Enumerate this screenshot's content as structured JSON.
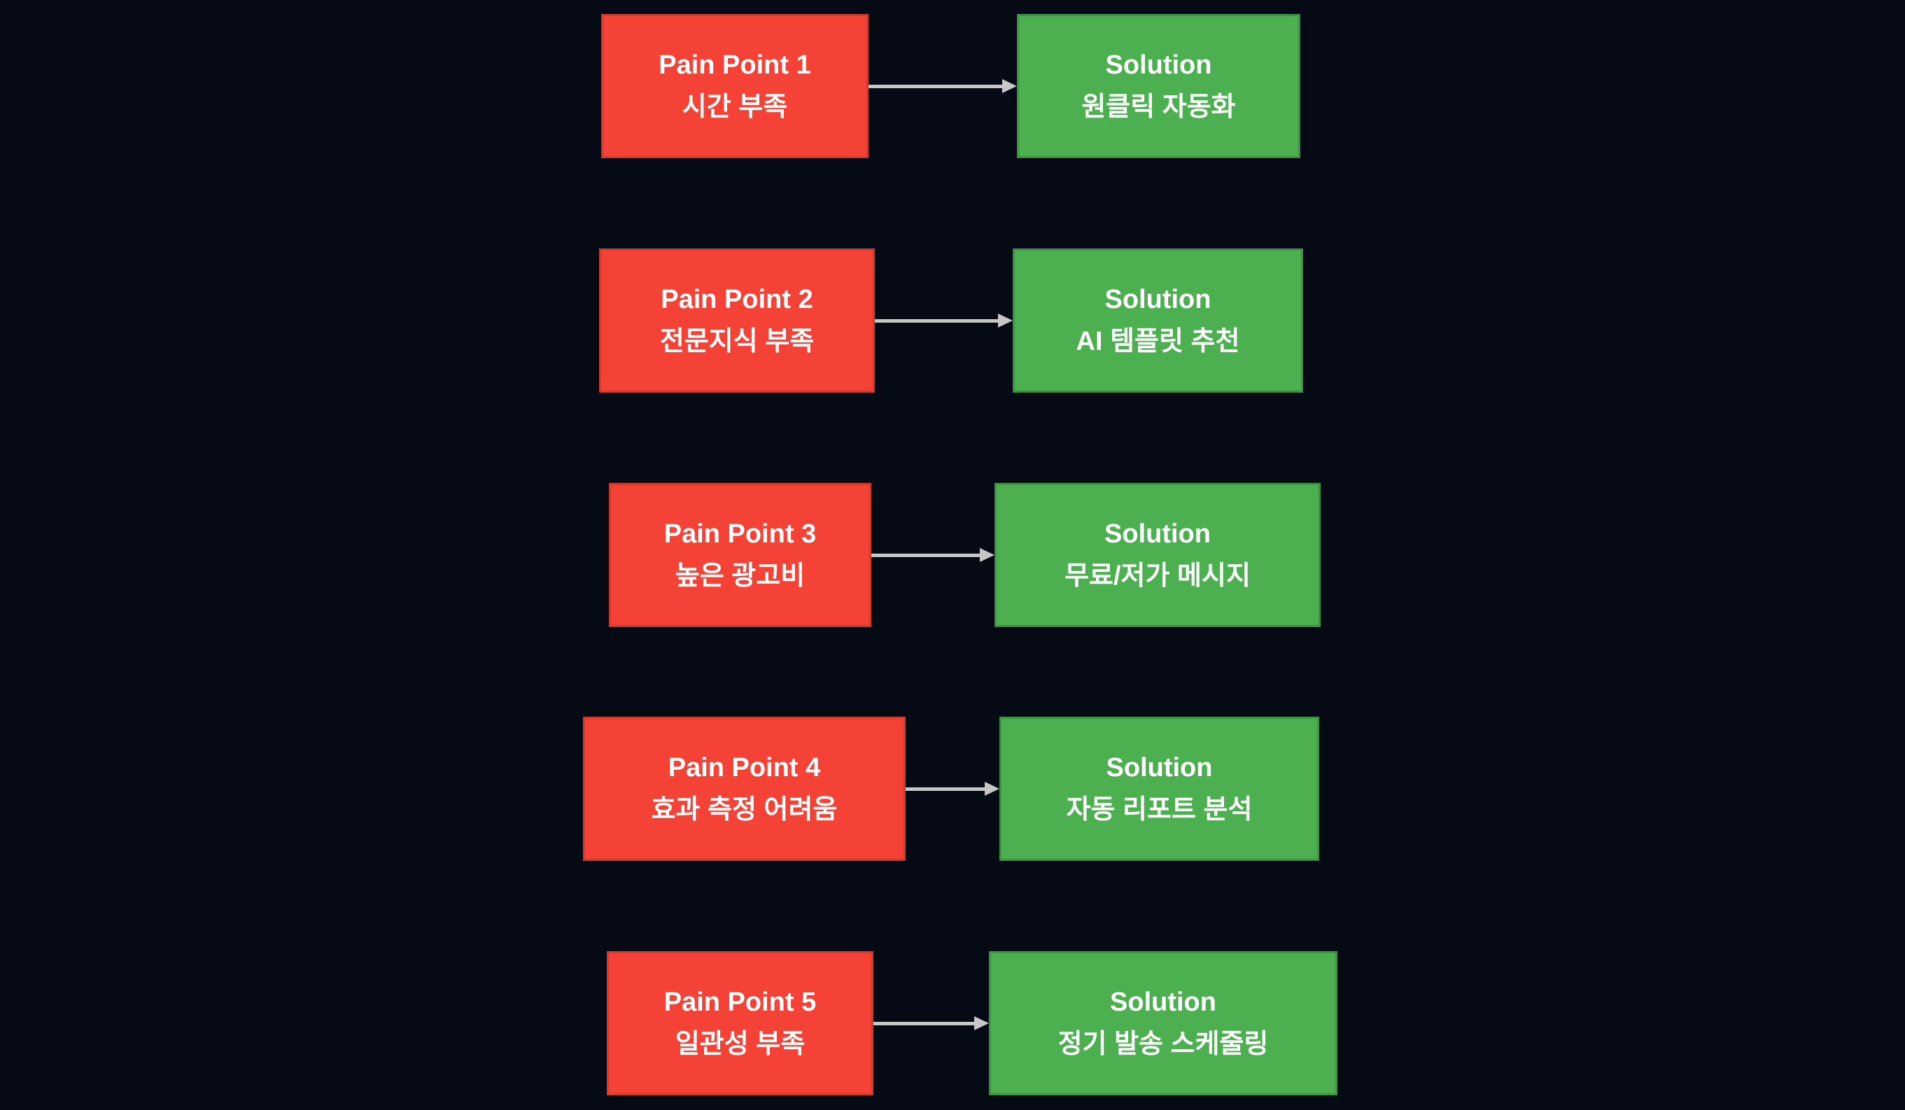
{
  "colors": {
    "background": "#050a15",
    "pain_fill": "#f44336",
    "pain_border": "#d13b2e",
    "solution_fill": "#4caf50",
    "solution_border": "#3f9143",
    "arrow": "#c7c7c7",
    "text": "#ffffff"
  },
  "rows": [
    {
      "pain_title": "Pain Point 1",
      "pain_detail": "시간 부족",
      "solution_title": "Solution",
      "solution_detail": "원클릭 자동화"
    },
    {
      "pain_title": "Pain Point 2",
      "pain_detail": "전문지식 부족",
      "solution_title": "Solution",
      "solution_detail": "AI 템플릿 추천"
    },
    {
      "pain_title": "Pain Point 3",
      "pain_detail": "높은 광고비",
      "solution_title": "Solution",
      "solution_detail": "무료/저가 메시지"
    },
    {
      "pain_title": "Pain Point 4",
      "pain_detail": "효과 측정 어려움",
      "solution_title": "Solution",
      "solution_detail": "자동 리포트 분석"
    },
    {
      "pain_title": "Pain Point 5",
      "pain_detail": "일관성 부족",
      "solution_title": "Solution",
      "solution_detail": "정기 발송 스케줄링"
    }
  ]
}
